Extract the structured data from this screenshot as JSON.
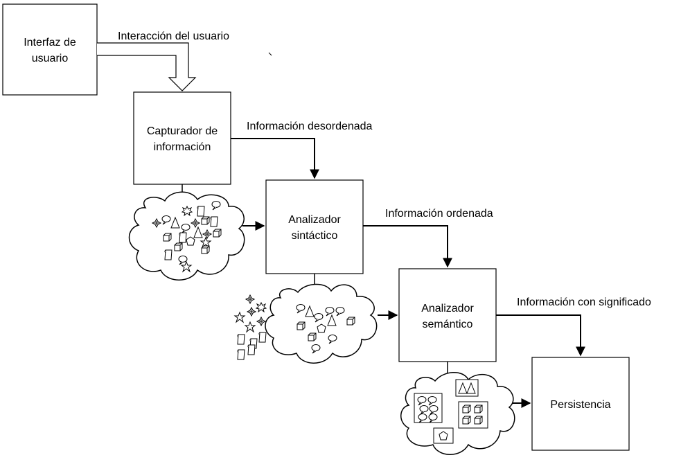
{
  "nodes": {
    "interfaz": {
      "line1": "Interfaz de",
      "line2": "usuario"
    },
    "capturador": {
      "line1": "Capturador de",
      "line2": "información"
    },
    "sintactico": {
      "line1": "Analizador",
      "line2": "sintáctico"
    },
    "semantico": {
      "line1": "Analizador",
      "line2": "semántico"
    },
    "persistencia": {
      "line1": "Persistencia"
    }
  },
  "edges": {
    "interaccion": "Interacción del usuario",
    "desordenada": "Información desordenada",
    "ordenada": "Información ordenada",
    "significado": "Información con significado"
  },
  "colors": {
    "stroke": "#000000",
    "background": "#ffffff"
  }
}
